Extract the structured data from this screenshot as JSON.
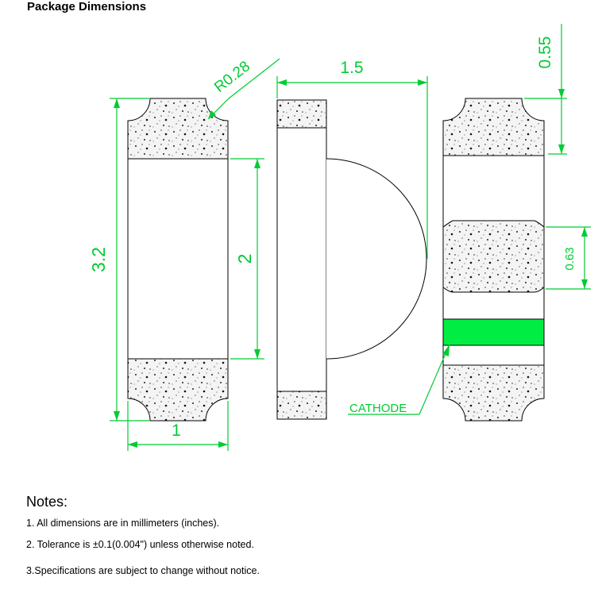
{
  "title": "Package Dimensions",
  "dimensions": {
    "radius": "R0.28",
    "width_side": "1.5",
    "pad_height": "0.55",
    "height": "3.2",
    "inner_height": "2",
    "band": "0.63",
    "width": "1",
    "cathode": "CATHODE"
  },
  "notes": {
    "heading": "Notes:",
    "items": [
      "1. All dimensions are in millimeters (inches).",
      "2. Tolerance is ±0.1(0.004\") unless otherwise noted.",
      "3.Specifications are subject to change without notice."
    ]
  },
  "colors": {
    "dimension": "#00cc33",
    "outline": "#000000",
    "cathode_band": "#00ee44"
  }
}
